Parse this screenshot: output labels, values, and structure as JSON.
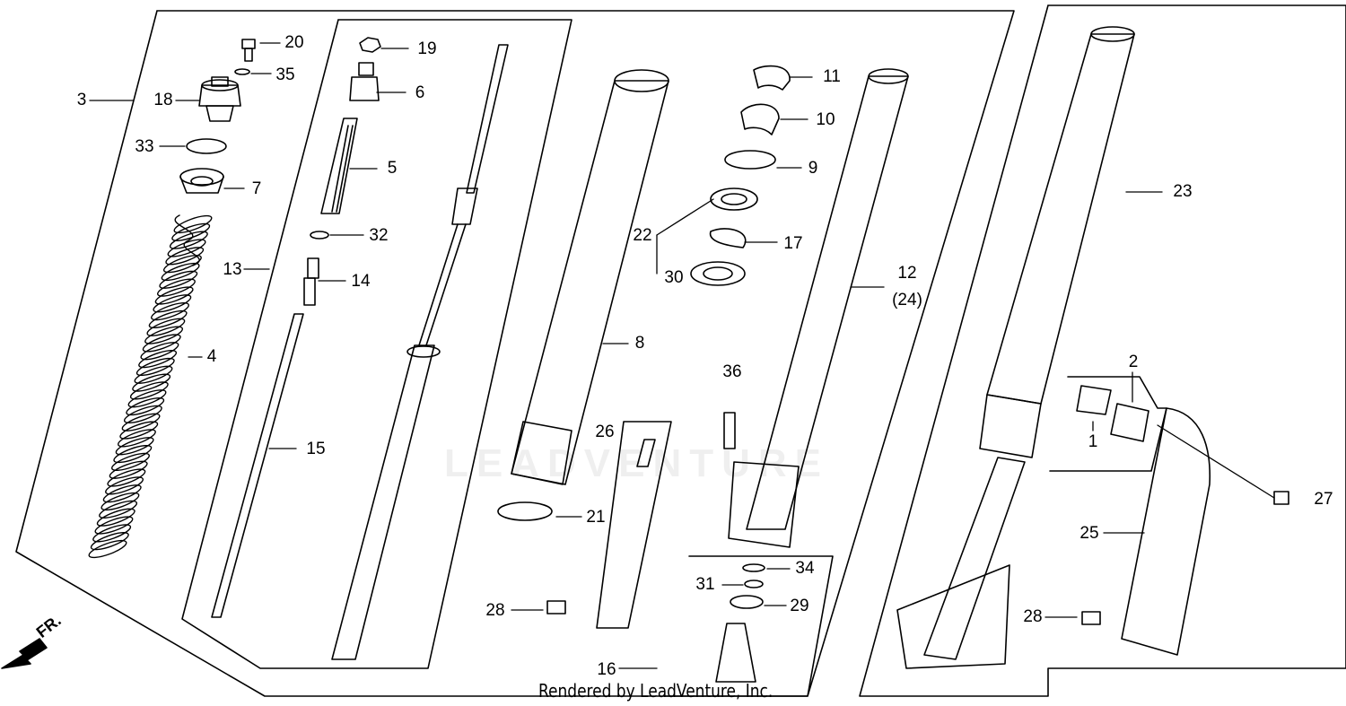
{
  "credit": "Rendered by LeadVenture, Inc.",
  "watermark": "LEADVENTURE",
  "front_label": "FR.",
  "callouts": [
    {
      "id": "c20",
      "text": "20"
    },
    {
      "id": "c35",
      "text": "35"
    },
    {
      "id": "c18",
      "text": "18"
    },
    {
      "id": "c3",
      "text": "3"
    },
    {
      "id": "c33",
      "text": "33"
    },
    {
      "id": "c7",
      "text": "7"
    },
    {
      "id": "c4",
      "text": "4"
    },
    {
      "id": "c19",
      "text": "19"
    },
    {
      "id": "c6",
      "text": "6"
    },
    {
      "id": "c5",
      "text": "5"
    },
    {
      "id": "c32",
      "text": "32"
    },
    {
      "id": "c13",
      "text": "13"
    },
    {
      "id": "c14",
      "text": "14"
    },
    {
      "id": "c15",
      "text": "15"
    },
    {
      "id": "c8",
      "text": "8"
    },
    {
      "id": "c11",
      "text": "11"
    },
    {
      "id": "c10",
      "text": "10"
    },
    {
      "id": "c9",
      "text": "9"
    },
    {
      "id": "c22",
      "text": "22"
    },
    {
      "id": "c17",
      "text": "17"
    },
    {
      "id": "c30",
      "text": "30"
    },
    {
      "id": "c12",
      "text": "12"
    },
    {
      "id": "c24",
      "text": "(24)"
    },
    {
      "id": "c36",
      "text": "36"
    },
    {
      "id": "c26",
      "text": "26"
    },
    {
      "id": "c21",
      "text": "21"
    },
    {
      "id": "c28a",
      "text": "28"
    },
    {
      "id": "c34",
      "text": "34"
    },
    {
      "id": "c31",
      "text": "31"
    },
    {
      "id": "c29",
      "text": "29"
    },
    {
      "id": "c16",
      "text": "16"
    },
    {
      "id": "c23",
      "text": "23"
    },
    {
      "id": "c2",
      "text": "2"
    },
    {
      "id": "c1",
      "text": "1"
    },
    {
      "id": "c27",
      "text": "27"
    },
    {
      "id": "c25",
      "text": "25"
    },
    {
      "id": "c28b",
      "text": "28"
    }
  ]
}
